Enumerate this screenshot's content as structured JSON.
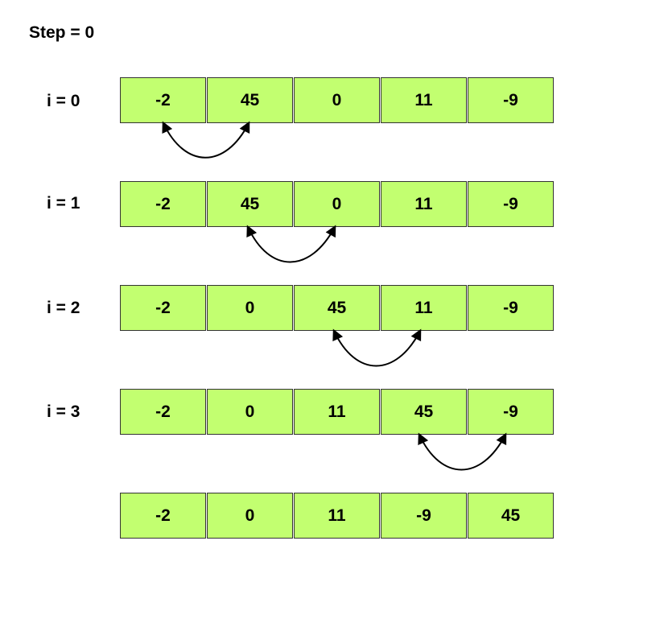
{
  "title": "Step = 0",
  "cell_fill": "#c2ff70",
  "rows": [
    {
      "label": "i = 0",
      "values": [
        "-2",
        "45",
        "0",
        "11",
        "-9"
      ],
      "swap": [
        0,
        1
      ]
    },
    {
      "label": "i = 1",
      "values": [
        "-2",
        "45",
        "0",
        "11",
        "-9"
      ],
      "swap": [
        1,
        2
      ]
    },
    {
      "label": "i = 2",
      "values": [
        "-2",
        "0",
        "45",
        "11",
        "-9"
      ],
      "swap": [
        2,
        3
      ]
    },
    {
      "label": "i = 3",
      "values": [
        "-2",
        "0",
        "11",
        "45",
        "-9"
      ],
      "swap": [
        3,
        4
      ]
    },
    {
      "label": "",
      "values": [
        "-2",
        "0",
        "11",
        "-9",
        "45"
      ]
    }
  ]
}
